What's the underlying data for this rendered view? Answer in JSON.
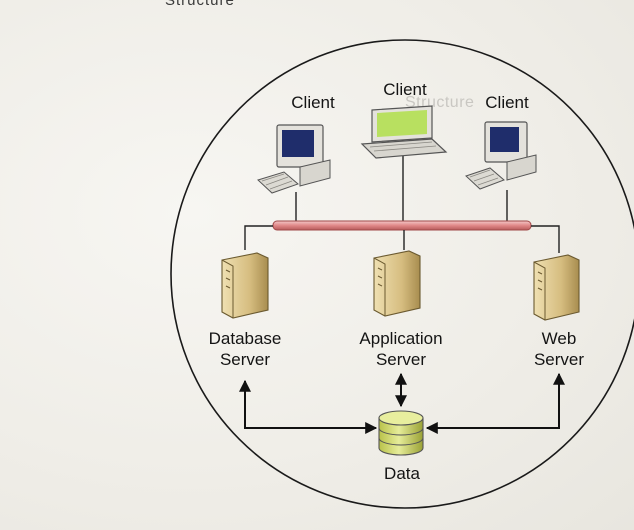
{
  "header_fragment": "Structure",
  "ghost_text": "Structure",
  "clients": [
    {
      "label": "Client",
      "icon": "desktop-computer-icon"
    },
    {
      "label": "Client",
      "icon": "laptop-icon"
    },
    {
      "label": "Client",
      "icon": "desktop-computer-icon"
    }
  ],
  "servers": [
    {
      "line1": "Database",
      "line2": "Server",
      "icon": "server-tower-icon"
    },
    {
      "line1": "Application",
      "line2": "Server",
      "icon": "server-tower-icon"
    },
    {
      "line1": "Web",
      "line2": "Server",
      "icon": "server-tower-icon"
    }
  ],
  "data_store": {
    "label": "Data",
    "icon": "database-cylinder-icon"
  },
  "colors": {
    "network_bus": "#e8a0a0",
    "bus_stroke": "#a04848",
    "server_body": "#d8c28c",
    "server_dark": "#a88d4f",
    "database_fill": "#cfd66a",
    "monitor_screen": "#1f2d6b",
    "laptop_screen": "#b8e060"
  }
}
